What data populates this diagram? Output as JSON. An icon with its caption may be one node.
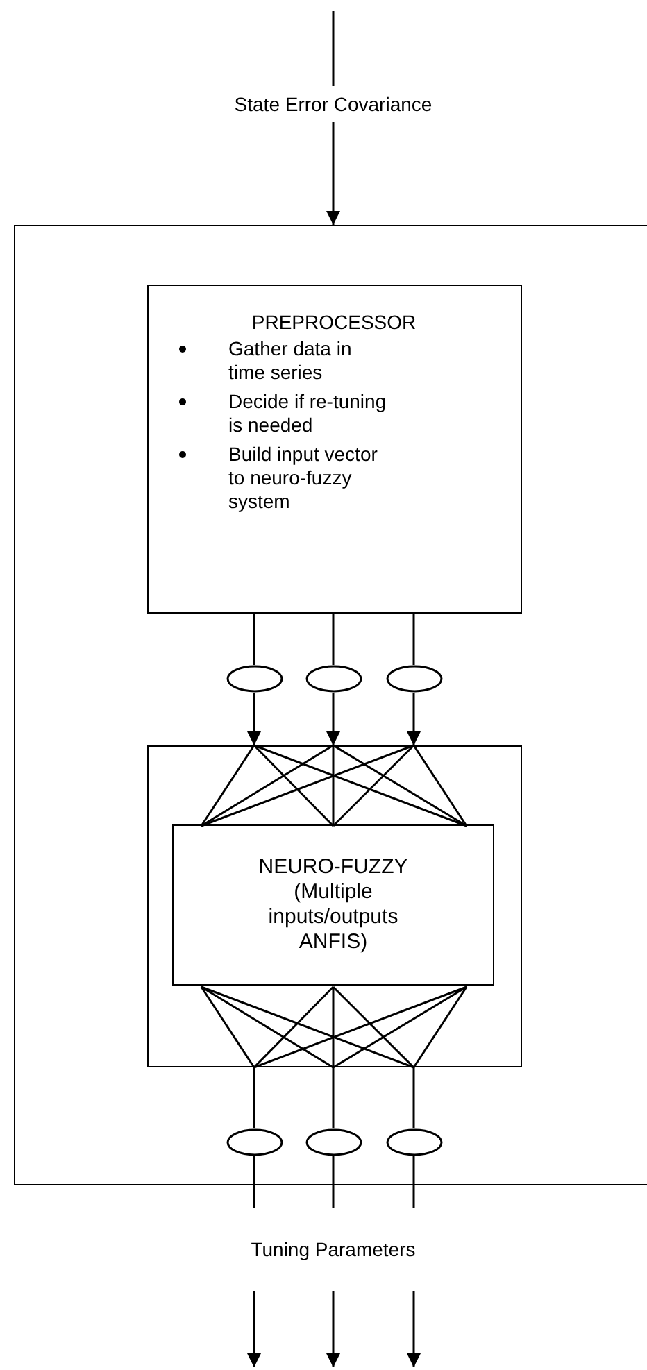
{
  "diagram": {
    "nodes": [
      {
        "text": [],
        "shape": "box"
      },
      {
        "text": [
          "PREPROCESSOR",
          "Gather data in time series",
          "Decide if re-tuning is needed",
          "Build input vector to neuro-fuzzy system"
        ],
        "in": 0
      },
      {
        "text": [],
        "shape": "ellipse",
        "in": 0
      },
      {
        "text": [],
        "shape": "ellipse",
        "in": 0
      },
      {
        "text": [],
        "shape": "ellipse",
        "in": 0
      },
      {
        "text": [],
        "shape": "box",
        "in": 0
      },
      {
        "text": [
          "NEURO-FUZZY",
          "(Multiple inputs/outputs ANFIS)"
        ],
        "in": 5
      },
      {
        "text": [],
        "shape": "ellipse",
        "in": 0
      },
      {
        "text": [],
        "shape": "ellipse",
        "in": 0
      },
      {
        "text": [],
        "shape": "ellipse",
        "in": 0
      },
      {
        "text": [
          "State Error Covariance"
        ]
      },
      {
        "text": [
          "Tuning Parameters"
        ]
      }
    ],
    "edges": [
      {
        "from": null,
        "to": 10,
        "arrow": "none"
      },
      {
        "from": 10,
        "to": 0,
        "arrow": "to"
      },
      {
        "from": 1,
        "to": 2,
        "arrow": "none"
      },
      {
        "from": 1,
        "to": 3,
        "arrow": "none"
      },
      {
        "from": 1,
        "to": 4,
        "arrow": "none"
      },
      {
        "from": 2,
        "to": 5,
        "arrow": "to"
      },
      {
        "from": 3,
        "to": 5,
        "arrow": "to"
      },
      {
        "from": 4,
        "to": 5,
        "arrow": "to"
      },
      {
        "from": 5,
        "to": 6,
        "arrow": "none"
      },
      {
        "from": 5,
        "to": 6,
        "arrow": "none"
      },
      {
        "from": 5,
        "to": 6,
        "arrow": "none"
      },
      {
        "from": 5,
        "to": 6,
        "arrow": "none"
      },
      {
        "from": 5,
        "to": 6,
        "arrow": "none"
      },
      {
        "from": 5,
        "to": 6,
        "arrow": "none"
      },
      {
        "from": 5,
        "to": 6,
        "arrow": "none"
      },
      {
        "from": 5,
        "to": 6,
        "arrow": "none"
      },
      {
        "from": 5,
        "to": 6,
        "arrow": "none"
      },
      {
        "from": 6,
        "to": 5,
        "arrow": "none"
      },
      {
        "from": 6,
        "to": 5,
        "arrow": "none"
      },
      {
        "from": 6,
        "to": 5,
        "arrow": "none"
      },
      {
        "from": 6,
        "to": 5,
        "arrow": "none"
      },
      {
        "from": 6,
        "to": 5,
        "arrow": "none"
      },
      {
        "from": 6,
        "to": 5,
        "arrow": "none"
      },
      {
        "from": 6,
        "to": 5,
        "arrow": "none"
      },
      {
        "from": 6,
        "to": 5,
        "arrow": "none"
      },
      {
        "from": 6,
        "to": 5,
        "arrow": "none"
      },
      {
        "from": 5,
        "to": 7,
        "arrow": "none"
      },
      {
        "from": 5,
        "to": 8,
        "arrow": "none"
      },
      {
        "from": 5,
        "to": 9,
        "arrow": "none"
      },
      {
        "from": 7,
        "to": 11,
        "arrow": "none"
      },
      {
        "from": 8,
        "to": 11,
        "arrow": "none"
      },
      {
        "from": 9,
        "to": 11,
        "arrow": "none"
      },
      {
        "from": 11,
        "to": null,
        "arrow": "to"
      },
      {
        "from": 11,
        "to": null,
        "arrow": "to"
      },
      {
        "from": 11,
        "to": null,
        "arrow": "to"
      }
    ]
  }
}
